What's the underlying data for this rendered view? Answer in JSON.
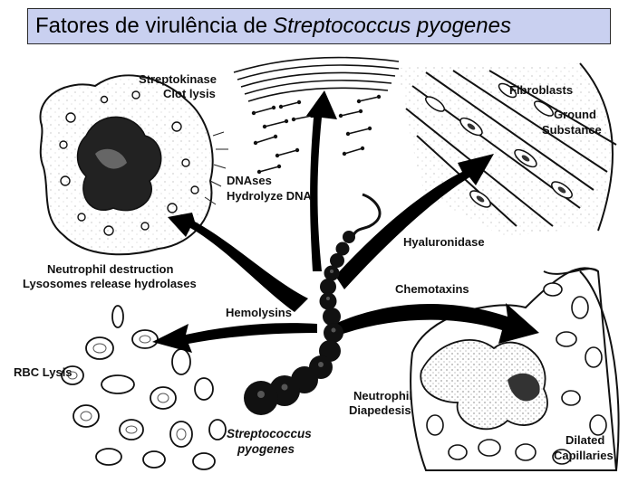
{
  "title": {
    "text_regular": "Fatores de virulência de",
    "text_italic": "Streptococcus pyogenes"
  },
  "labels": {
    "streptokinase_1": "Streptokinase",
    "streptokinase_2": "Clot lysis",
    "dnases_1": "DNAses",
    "dnases_2": "Hydrolyze DNA",
    "fibroblasts": "Fibroblasts",
    "ground_1": "Ground",
    "ground_2": "Substance",
    "hyaluronidase": "Hyaluronidase",
    "neutrophil_destruction_1": "Neutrophil destruction",
    "neutrophil_destruction_2": "Lysosomes release hydrolases",
    "chemotaxins": "Chemotaxins",
    "hemolysins": "Hemolysins",
    "rbc_lysis": "RBC Lysis",
    "neutrophil_diapedesis_1": "Neutrophil",
    "neutrophil_diapedesis_2": "Diapedesis",
    "organism_1": "Streptococcus",
    "organism_2": "pyogenes",
    "capillaries_1": "Dilated",
    "capillaries_2": "Capillaries"
  }
}
